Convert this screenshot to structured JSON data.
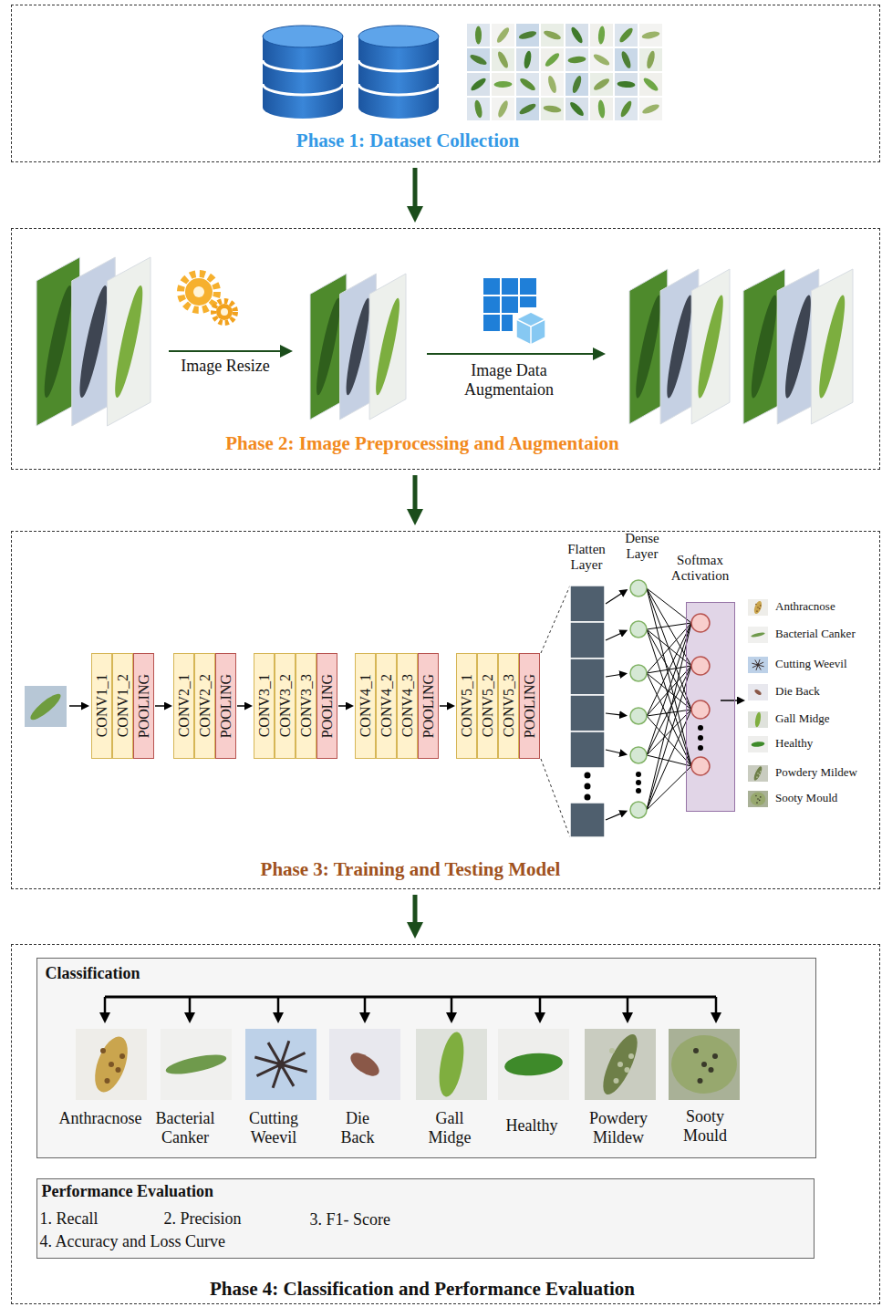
{
  "diagram": {
    "nodes": [
      {
        "text": [
          "Phase 1: Dataset Collection"
        ]
      },
      {
        "text": [
          "Phase 2: Image Preprocessing and Augmentaion"
        ]
      },
      {
        "text": [
          "Phase 3: Training and Testing Model"
        ]
      },
      {
        "text": [
          "CONV1_1"
        ],
        "in": 2
      },
      {
        "text": [
          "CONV1_2"
        ],
        "in": 2
      },
      {
        "text": [
          "POOLING"
        ],
        "in": 2
      },
      {
        "text": [
          "CONV2_1"
        ],
        "in": 2
      },
      {
        "text": [
          "CONV2_2"
        ],
        "in": 2
      },
      {
        "text": [
          "POOLING"
        ],
        "in": 2
      },
      {
        "text": [
          "CONV3_1"
        ],
        "in": 2
      },
      {
        "text": [
          "CONV3_2"
        ],
        "in": 2
      },
      {
        "text": [
          "CONV3_3"
        ],
        "in": 2
      },
      {
        "text": [
          "POOLING"
        ],
        "in": 2
      },
      {
        "text": [
          "CONV4_1"
        ],
        "in": 2
      },
      {
        "text": [
          "CONV4_2"
        ],
        "in": 2
      },
      {
        "text": [
          "CONV4_3"
        ],
        "in": 2
      },
      {
        "text": [
          "POOLING"
        ],
        "in": 2
      },
      {
        "text": [
          "CONV5_1"
        ],
        "in": 2
      },
      {
        "text": [
          "CONV5_2"
        ],
        "in": 2
      },
      {
        "text": [
          "CONV5_3"
        ],
        "in": 2
      },
      {
        "text": [
          "POOLING"
        ],
        "in": 2
      },
      {
        "text": [
          "Softmax Activation"
        ],
        "in": 2
      },
      {
        "text": [
          "Phase 4: Classification and Performance Evaluation"
        ]
      },
      {
        "text": [
          "Classification"
        ],
        "in": 22
      },
      {
        "text": [
          "Performance Evaluation",
          "1. Recall",
          "2. Precision",
          "3. F1- Score",
          "4. Accuracy and Loss Curve"
        ],
        "in": 22
      }
    ],
    "edges": [
      {
        "from": 0,
        "to": 1,
        "arrow": "to"
      },
      {
        "from": 1,
        "to": 2,
        "arrow": "to"
      },
      {
        "from": 2,
        "to": 22,
        "arrow": "to"
      },
      {
        "from": 5,
        "to": 6,
        "arrow": "to"
      },
      {
        "from": 8,
        "to": 9,
        "arrow": "to"
      },
      {
        "from": 12,
        "to": 13,
        "arrow": "to"
      },
      {
        "from": 16,
        "to": 17,
        "arrow": "to"
      }
    ],
    "labels": [
      "Image Resize",
      "Image Data Augmentaion",
      "Flatten Layer",
      "Dense Layer",
      "Anthracnose",
      "Bacterial Canker",
      "Cutting Weevil",
      "Die Back",
      "Gall Midge",
      "Healthy",
      "Powdery Mildew",
      "Sooty Mould",
      "Anthracnose",
      "Bacterial Canker",
      "Cutting Weevil",
      "Die Back",
      "Gall Midge",
      "Healthy",
      "Powdery Mildew",
      "Sooty Mould"
    ]
  }
}
